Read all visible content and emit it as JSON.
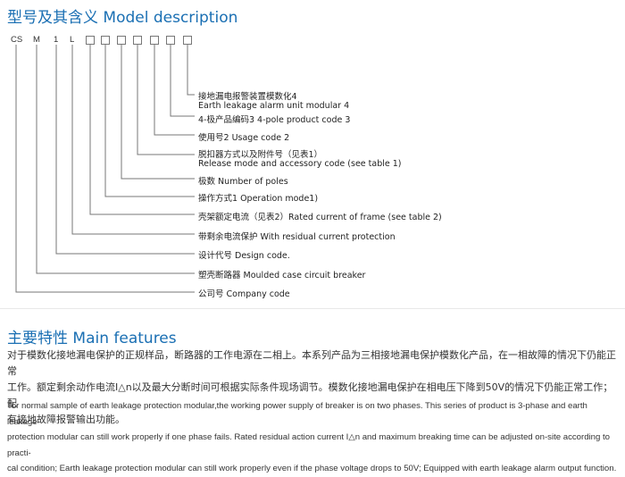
{
  "model_section": {
    "heading": "型号及其含义 Model description",
    "code_chars": [
      "CS",
      "M",
      "1",
      "L"
    ],
    "code_boxes": 7,
    "labels": [
      "接地漏电报警装置模数化4",
      "Earth leakage alarm unit modular 4",
      "4-极产品编码3 4-pole product code 3",
      "使用号2 Usage code 2",
      "脱扣器方式以及附件号（见表1）",
      "Release mode and accessory code (see table 1)",
      "极数 Number of poles",
      "操作方式1 Operation mode1)",
      "壳架额定电流（见表2）Rated current of frame (see table 2)",
      "带剩余电流保护 With residual current protection",
      "设计代号 Design code.",
      "塑壳断路器 Moulded case circuit breaker",
      "公司号 Company code"
    ]
  },
  "features_section": {
    "heading": "主要特性 Main features",
    "zh_lines": [
      "对于模数化接地漏电保护的正规样品，断路器的工作电源在二相上。本系列产品为三相接地漏电保护模数化产品，在一相故障的情况下仍能正常",
      "工作。额定剩余动作电流I△n以及最大分断时间可根据实际条件现场调节。模数化接地漏电保护在相电压下降到50V的情况下仍能正常工作；配",
      "有接地故障报警输出功能。"
    ],
    "en_lines": [
      "Tor normal sample of earth leakage protection modular,the  working power supply of breaker is on two phases. This series of product is 3-phase and earth leakage",
      "protection modular can still work properly if one phase fails. Rated residual action current I△n and maximum breaking time can be adjusted on-site according to practi-",
      "cal condition; Earth leakage protection modular can still work properly even if the phase voltage drops to 50V; Equipped with earth leakage alarm output function."
    ]
  }
}
